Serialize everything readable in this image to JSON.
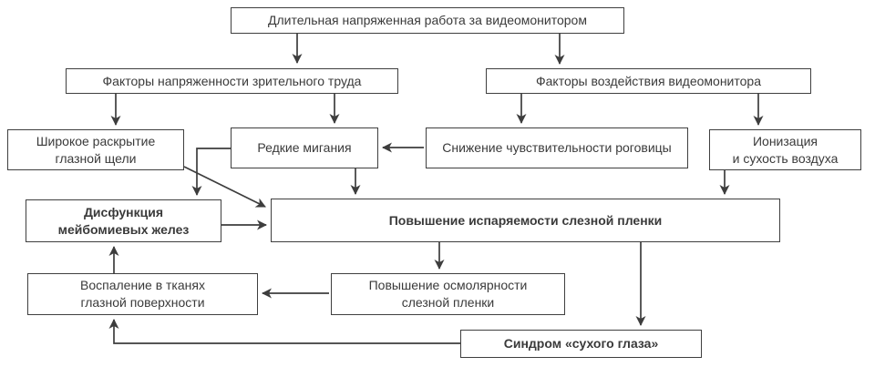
{
  "diagram": {
    "type": "flowchart",
    "language": "ru",
    "colors": {
      "background": "#ffffff",
      "node_fill": "#ffffff",
      "node_border": "#3f3f3f",
      "text": "#3a3a3a",
      "arrow": "#3d3d3d"
    },
    "nodes": {
      "long_work": {
        "label": "Длительная напряженная работа за видеомонитором",
        "bold": false
      },
      "factors_strain": {
        "label": "Факторы напряженности зрительного труда",
        "bold": false
      },
      "factors_monitor": {
        "label": "Факторы воздействия видеомонитора",
        "bold": false
      },
      "wide_opening": {
        "label": "Широкое раскрытие\nглазной щели",
        "bold": false
      },
      "rare_blinking": {
        "label": "Редкие мигания",
        "bold": false
      },
      "cornea_sensitivity": {
        "label": "Снижение чувствительности роговицы",
        "bold": false
      },
      "ionization": {
        "label": "Ионизация\nи сухость воздуха",
        "bold": false
      },
      "meibomian_dysfunction": {
        "label": "Дисфункция\nмейбомиевых желез",
        "bold": true
      },
      "tear_evaporation": {
        "label": "Повышение испаряемости слезной пленки",
        "bold": true
      },
      "inflammation": {
        "label": "Воспаление в тканях\nглазной поверхности",
        "bold": false
      },
      "tear_osmolarity": {
        "label": "Повышение осмолярности\nслезной пленки",
        "bold": false
      },
      "dry_eye_syndrome": {
        "label": "Синдром «сухого глаза»",
        "bold": true
      }
    },
    "edges": [
      {
        "from": "long_work",
        "to": "factors_strain"
      },
      {
        "from": "long_work",
        "to": "factors_monitor"
      },
      {
        "from": "factors_strain",
        "to": "wide_opening"
      },
      {
        "from": "factors_strain",
        "to": "rare_blinking"
      },
      {
        "from": "factors_monitor",
        "to": "cornea_sensitivity"
      },
      {
        "from": "factors_monitor",
        "to": "ionization"
      },
      {
        "from": "cornea_sensitivity",
        "to": "rare_blinking"
      },
      {
        "from": "rare_blinking",
        "to": "meibomian_dysfunction"
      },
      {
        "from": "wide_opening",
        "to": "tear_evaporation"
      },
      {
        "from": "meibomian_dysfunction",
        "to": "tear_evaporation"
      },
      {
        "from": "rare_blinking",
        "to": "tear_evaporation"
      },
      {
        "from": "ionization",
        "to": "tear_evaporation"
      },
      {
        "from": "tear_evaporation",
        "to": "tear_osmolarity"
      },
      {
        "from": "tear_evaporation",
        "to": "dry_eye_syndrome"
      },
      {
        "from": "tear_osmolarity",
        "to": "inflammation"
      },
      {
        "from": "dry_eye_syndrome",
        "to": "inflammation"
      },
      {
        "from": "inflammation",
        "to": "meibomian_dysfunction"
      }
    ]
  }
}
